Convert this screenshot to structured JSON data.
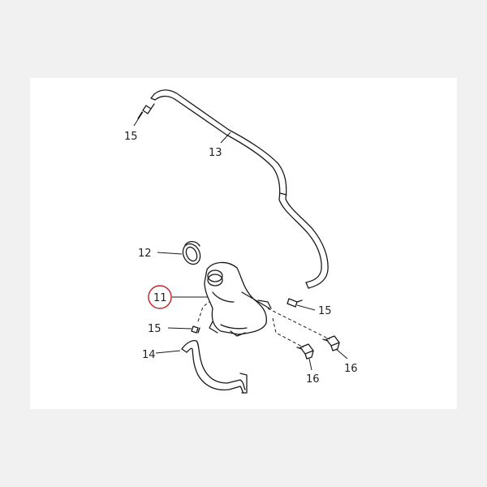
{
  "diagram": {
    "labels": {
      "clamp_top": "15",
      "hose_upper": "13",
      "cap": "12",
      "tank": "11",
      "clamp_right": "15",
      "clamp_left": "15",
      "hose_lower": "14",
      "bolt_right": "16",
      "bolt_center": "16"
    },
    "highlight_color": "#c0282d",
    "line_color": "#1a1a1a"
  }
}
